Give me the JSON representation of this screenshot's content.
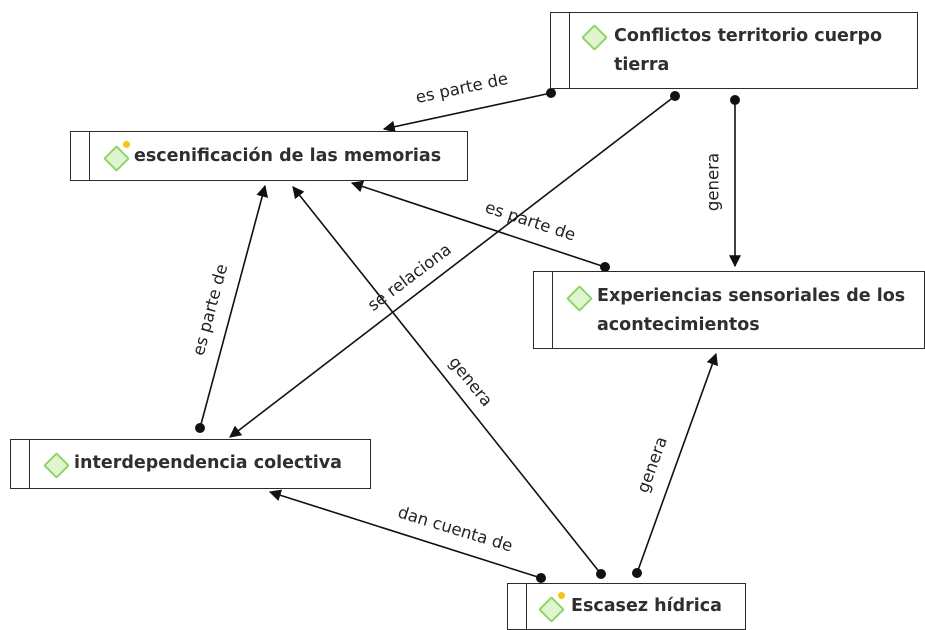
{
  "nodes": [
    {
      "id": "conflictos",
      "label": "Conflictos territorio cuerpo tierra",
      "lines": [
        "Conflictos territorio cuerpo",
        "tierra"
      ]
    },
    {
      "id": "escenificacion",
      "label": "escenificación de las memorias",
      "lines": [
        "escenificación de las memorias"
      ]
    },
    {
      "id": "experiencias",
      "label": "Experiencias sensoriales de los acontecimientos",
      "lines": [
        "Experiencias sensoriales de los",
        "acontecimientos"
      ]
    },
    {
      "id": "interdependencia",
      "label": "interdependencia colectiva",
      "lines": [
        "interdependencia colectiva"
      ]
    },
    {
      "id": "escasez",
      "label": "Escasez hídrica",
      "lines": [
        "Escasez hídrica"
      ]
    }
  ],
  "edges": [
    {
      "from": "conflictos",
      "to": "escenificacion",
      "label": "es parte de"
    },
    {
      "from": "conflictos",
      "to": "interdependencia",
      "label": "se relaciona"
    },
    {
      "from": "conflictos",
      "to": "experiencias",
      "label": "genera"
    },
    {
      "from": "experiencias",
      "to": "escenificacion",
      "label": "es parte de"
    },
    {
      "from": "interdependencia",
      "to": "escenificacion",
      "label": "es parte de"
    },
    {
      "from": "escasez",
      "to": "escenificacion",
      "label": "genera"
    },
    {
      "from": "escasez",
      "to": "interdependencia",
      "label": "dan cuenta de"
    },
    {
      "from": "escasez",
      "to": "experiencias",
      "label": "genera"
    }
  ],
  "colors": {
    "experiencias_fill": "#8bdc59",
    "experiencias_bar": "#4fb019",
    "escasez_fill": "#f59f96",
    "escasez_bar": "#d10000",
    "code_icon": "#8fd46a",
    "comment_dot": "#f6c21c"
  }
}
